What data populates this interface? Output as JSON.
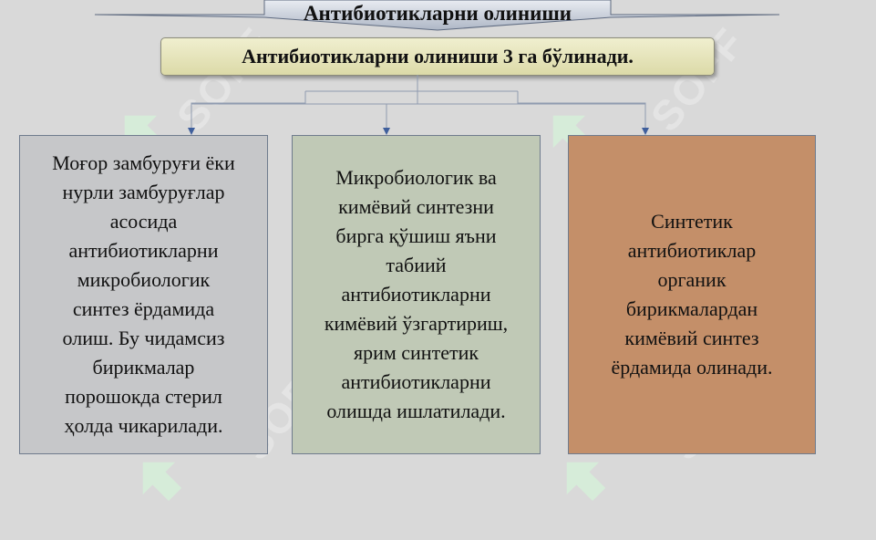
{
  "header": {
    "title": "Антибиотикларни олиниши",
    "subtitle": "Антибиотикларни олиниши 3 га бўлинади."
  },
  "boxes": [
    {
      "text": "Моғор замбуруғи ёки\nнурли замбуруғлар\nасосида\nантибиотикларни\nмикробиологик\nсинтез ёрдамида\nолиш. Бу чидамсиз\nбирикмалар\nпорошокда стерил\nҳолда чикарилади.",
      "color": "#c6c7c9"
    },
    {
      "text": "Микробиологик ва\nкимёвий синтезни\nбирга қўшиш яъни\nтабиий\nантибиотикларни\nкимёвий ўзгартириш,\nярим синтетик\nантибиотикларни\nолишда ишлатилади.",
      "color": "#c0c9b6"
    },
    {
      "text": "Синтетик\nантибиотиклар\nорганик\nбирикмалардан\nкимёвий синтез\nёрдамида олинади.",
      "color": "#c48f69"
    }
  ],
  "watermark": {
    "text": "SOFF",
    "logo_icon": "soff-logo-icon"
  }
}
